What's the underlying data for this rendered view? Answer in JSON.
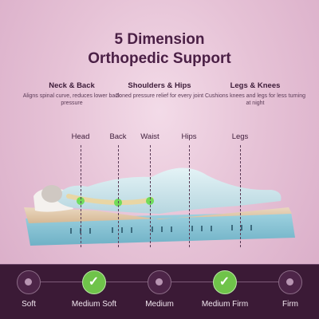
{
  "title": {
    "line1": "5 Dimension",
    "line2": "Orthopedic Support"
  },
  "features": [
    {
      "heading": "Neck & Back",
      "description": "Aligns spinal curve, reduces lower back pressure"
    },
    {
      "heading": "Shoulders & Hips",
      "description": "Zoned pressure relief for every joint"
    },
    {
      "heading": "Legs & Knees",
      "description": "Cushions knees and legs for less turning at night"
    }
  ],
  "zones": [
    "Head",
    "Back",
    "Waist",
    "Hips",
    "Legs"
  ],
  "firmness": [
    {
      "label": "Soft",
      "selected": false
    },
    {
      "label": "Medium Soft",
      "selected": true
    },
    {
      "label": "Medium",
      "selected": false
    },
    {
      "label": "Medium Firm",
      "selected": true
    },
    {
      "label": "Firm",
      "selected": false
    }
  ],
  "colors": {
    "title": "#4a1f45",
    "background": "#e6c2d6",
    "bottom_bar": "#3b1a36",
    "selected": "#6fc34a",
    "zone_glow": "#5fdc4a"
  },
  "icons": [
    "checkmark-icon",
    "unselected-dot-icon"
  ]
}
